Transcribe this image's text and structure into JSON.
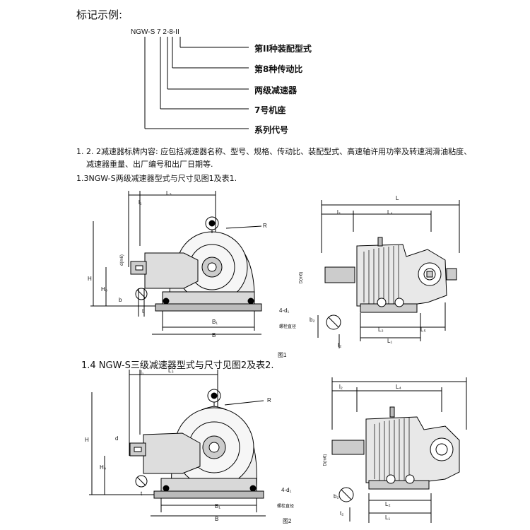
{
  "header": {
    "title": "标记示例:"
  },
  "code": {
    "text": "NGW-S 7  2-8-II"
  },
  "meanings": [
    "第II种装配型式",
    "第8种传动比",
    "两级减速器",
    "7号机座",
    "系列代号"
  ],
  "para_122": {
    "line1": "1. 2. 2减速器标牌内容: 应包括减速器名称、型号、规格、传动比、装配型式、高速轴许用功率及转速润滑油粘度、",
    "line2": "减速器重量、出厂编号和出厂日期等."
  },
  "para_13": "1.3NGW-S两级减速器型式与尺寸见图1及表1.",
  "para_14": "1.4 NGW-S三级减速器型式与尺寸见图2及表2.",
  "fig1": {
    "caption": "图1",
    "labels": {
      "L3": "L₃",
      "l1": "l₁",
      "R": "R",
      "d": "d(m6)",
      "H": "H",
      "H0": "H₀",
      "b": "b",
      "t": "t",
      "B1": "B₁",
      "B": "B",
      "bolt": "4-d₁",
      "bolt_note": "螺栓直径",
      "L": "L",
      "l2": "l₂",
      "L4": "L₄",
      "D": "D(m6)",
      "b2": "b₂",
      "t2": "t₂",
      "L2": "L₂",
      "L5": "L₅",
      "L1": "L₁"
    }
  },
  "fig2": {
    "caption": "图2",
    "labels": {
      "l1": "l₁",
      "L3": "L₃",
      "R": "R",
      "d": "d",
      "H": "H",
      "H0": "H₀",
      "t": "t",
      "B1": "B₁",
      "B": "B",
      "bolt": "4-d₁",
      "bolt_note": "螺栓直径",
      "l2": "l₂",
      "L4": "L₄",
      "D": "D(m6)",
      "b2": "b₂",
      "t2": "t₂",
      "L2": "L₂",
      "L1": "L₁"
    }
  }
}
